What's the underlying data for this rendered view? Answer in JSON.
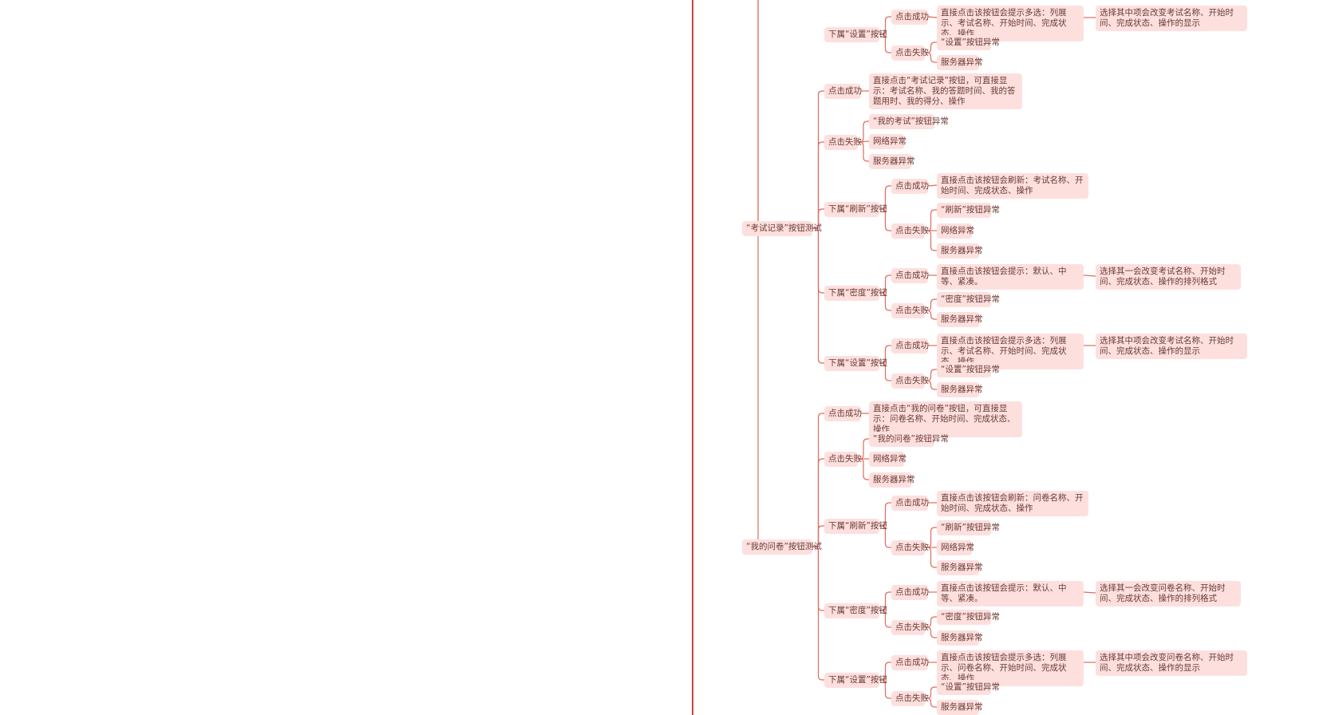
{
  "colors": {
    "node_fill": "#fde0de",
    "line": "#e06b60",
    "trunk": "#c9473d",
    "text": "#6b3a36"
  },
  "labels": {
    "btn_exam_record_test": "“考试记录”按钮测试",
    "btn_my_survey_test": "“我的问卷”按钮测试",
    "click_success": "点击成功",
    "click_fail": "点击失败",
    "sub_settings_btn": "下属“设置”按钮",
    "sub_refresh_btn": "下属“刷新”按钮",
    "sub_density_btn_a": "下属“密度”按钮",
    "sub_density_btn_b": "下属“密度”按钮",
    "network_error": "网络异常",
    "server_error": "服务器异常",
    "err_settings_btn": "“设置”按钮异常",
    "err_refresh_btn": "“刷新”按钮异常",
    "err_density_btn_a": "“密度”按钮异常",
    "err_density_btn_b": "“密度”按钮异常",
    "err_my_exam_btn": "“我的考试”按钮异常",
    "err_my_survey_btn": "“我的问卷”按钮异常",
    "settings_popup_exam": "直接点击该按钮会提示多选：列展示、考试名称、开始时间、完成状态、操作",
    "settings_popup_survey": "直接点击该按钮会提示多选：列展示、问卷名称、开始时间、完成状态、操作",
    "settings_result_exam": "选择其中项会改变考试名称、开始时间、完成状态、操作的显示",
    "settings_result_survey": "选择其中项会改变问卷名称、开始时间、完成状态、操作的显示",
    "exam_record_click": "直接点击“考试记录”按钮，可直接显示：考试名称、我的答题时间、我的答题用时、我的得分、操作",
    "my_survey_click": "直接点击“我的问卷”按钮，可直接显示：问卷名称、开始时间、完成状态、操作",
    "refresh_exam": "直接点击该按钮会刷新：考试名称、开始时间、完成状态、操作",
    "refresh_survey": "直接点击该按钮会刷新：问卷名称、开始时间、完成状态、操作",
    "density_popup": "直接点击该按钮会提示：默认、中等、紧凑。",
    "density_result_exam": "选择其一会改变考试名称、开始时间、完成状态、操作的排列格式",
    "density_result_survey": "选择其一会改变问卷名称、开始时间、完成状态、操作的排列格式"
  }
}
